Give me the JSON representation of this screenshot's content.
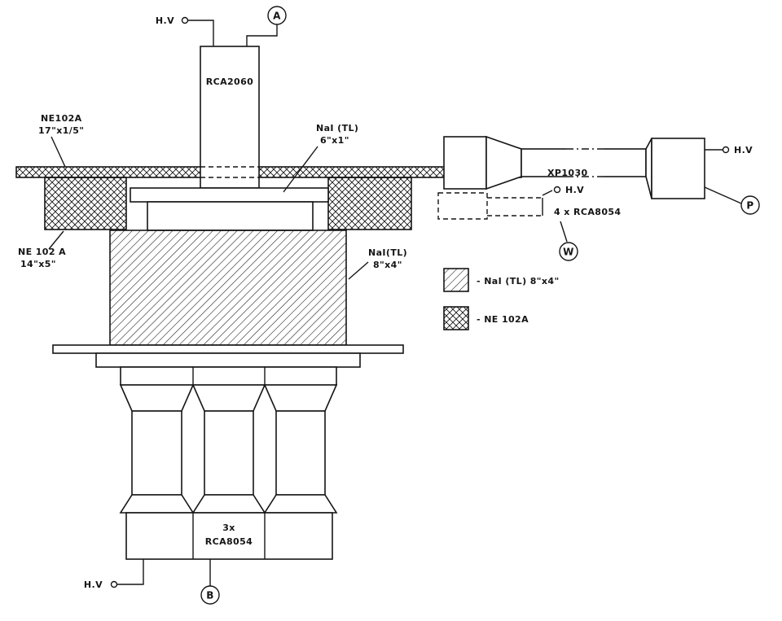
{
  "colors": {
    "ink": "#151515",
    "paper": "#ffffff"
  },
  "top_pmt": {
    "hv_label": "H.V",
    "terminal": "A",
    "model": "RCA2060"
  },
  "thin_scint": {
    "name": "NE102A",
    "size": "17\"x1/5\""
  },
  "small_crystal": {
    "name": "NaI (TL)",
    "size": "6\"x1\""
  },
  "well_scint": {
    "name": "NE 102 A",
    "size": "14\"x5\""
  },
  "main_crystal": {
    "name": "NaI(TL)",
    "size": "8\"x4\""
  },
  "side_arm": {
    "model": "XP1030",
    "hv_mid": "H.V",
    "count": "4 x RCA8054",
    "hv_top": "H.V",
    "terminal_p": "P",
    "terminal_w": "W"
  },
  "bottom_pmt": {
    "count": "3x",
    "model": "RCA8054",
    "hv_label": "H.V",
    "terminal": "B"
  },
  "legend": {
    "nai_label": "- NaI (TL) 8\"x4\"",
    "ne_label": "- NE 102A"
  }
}
